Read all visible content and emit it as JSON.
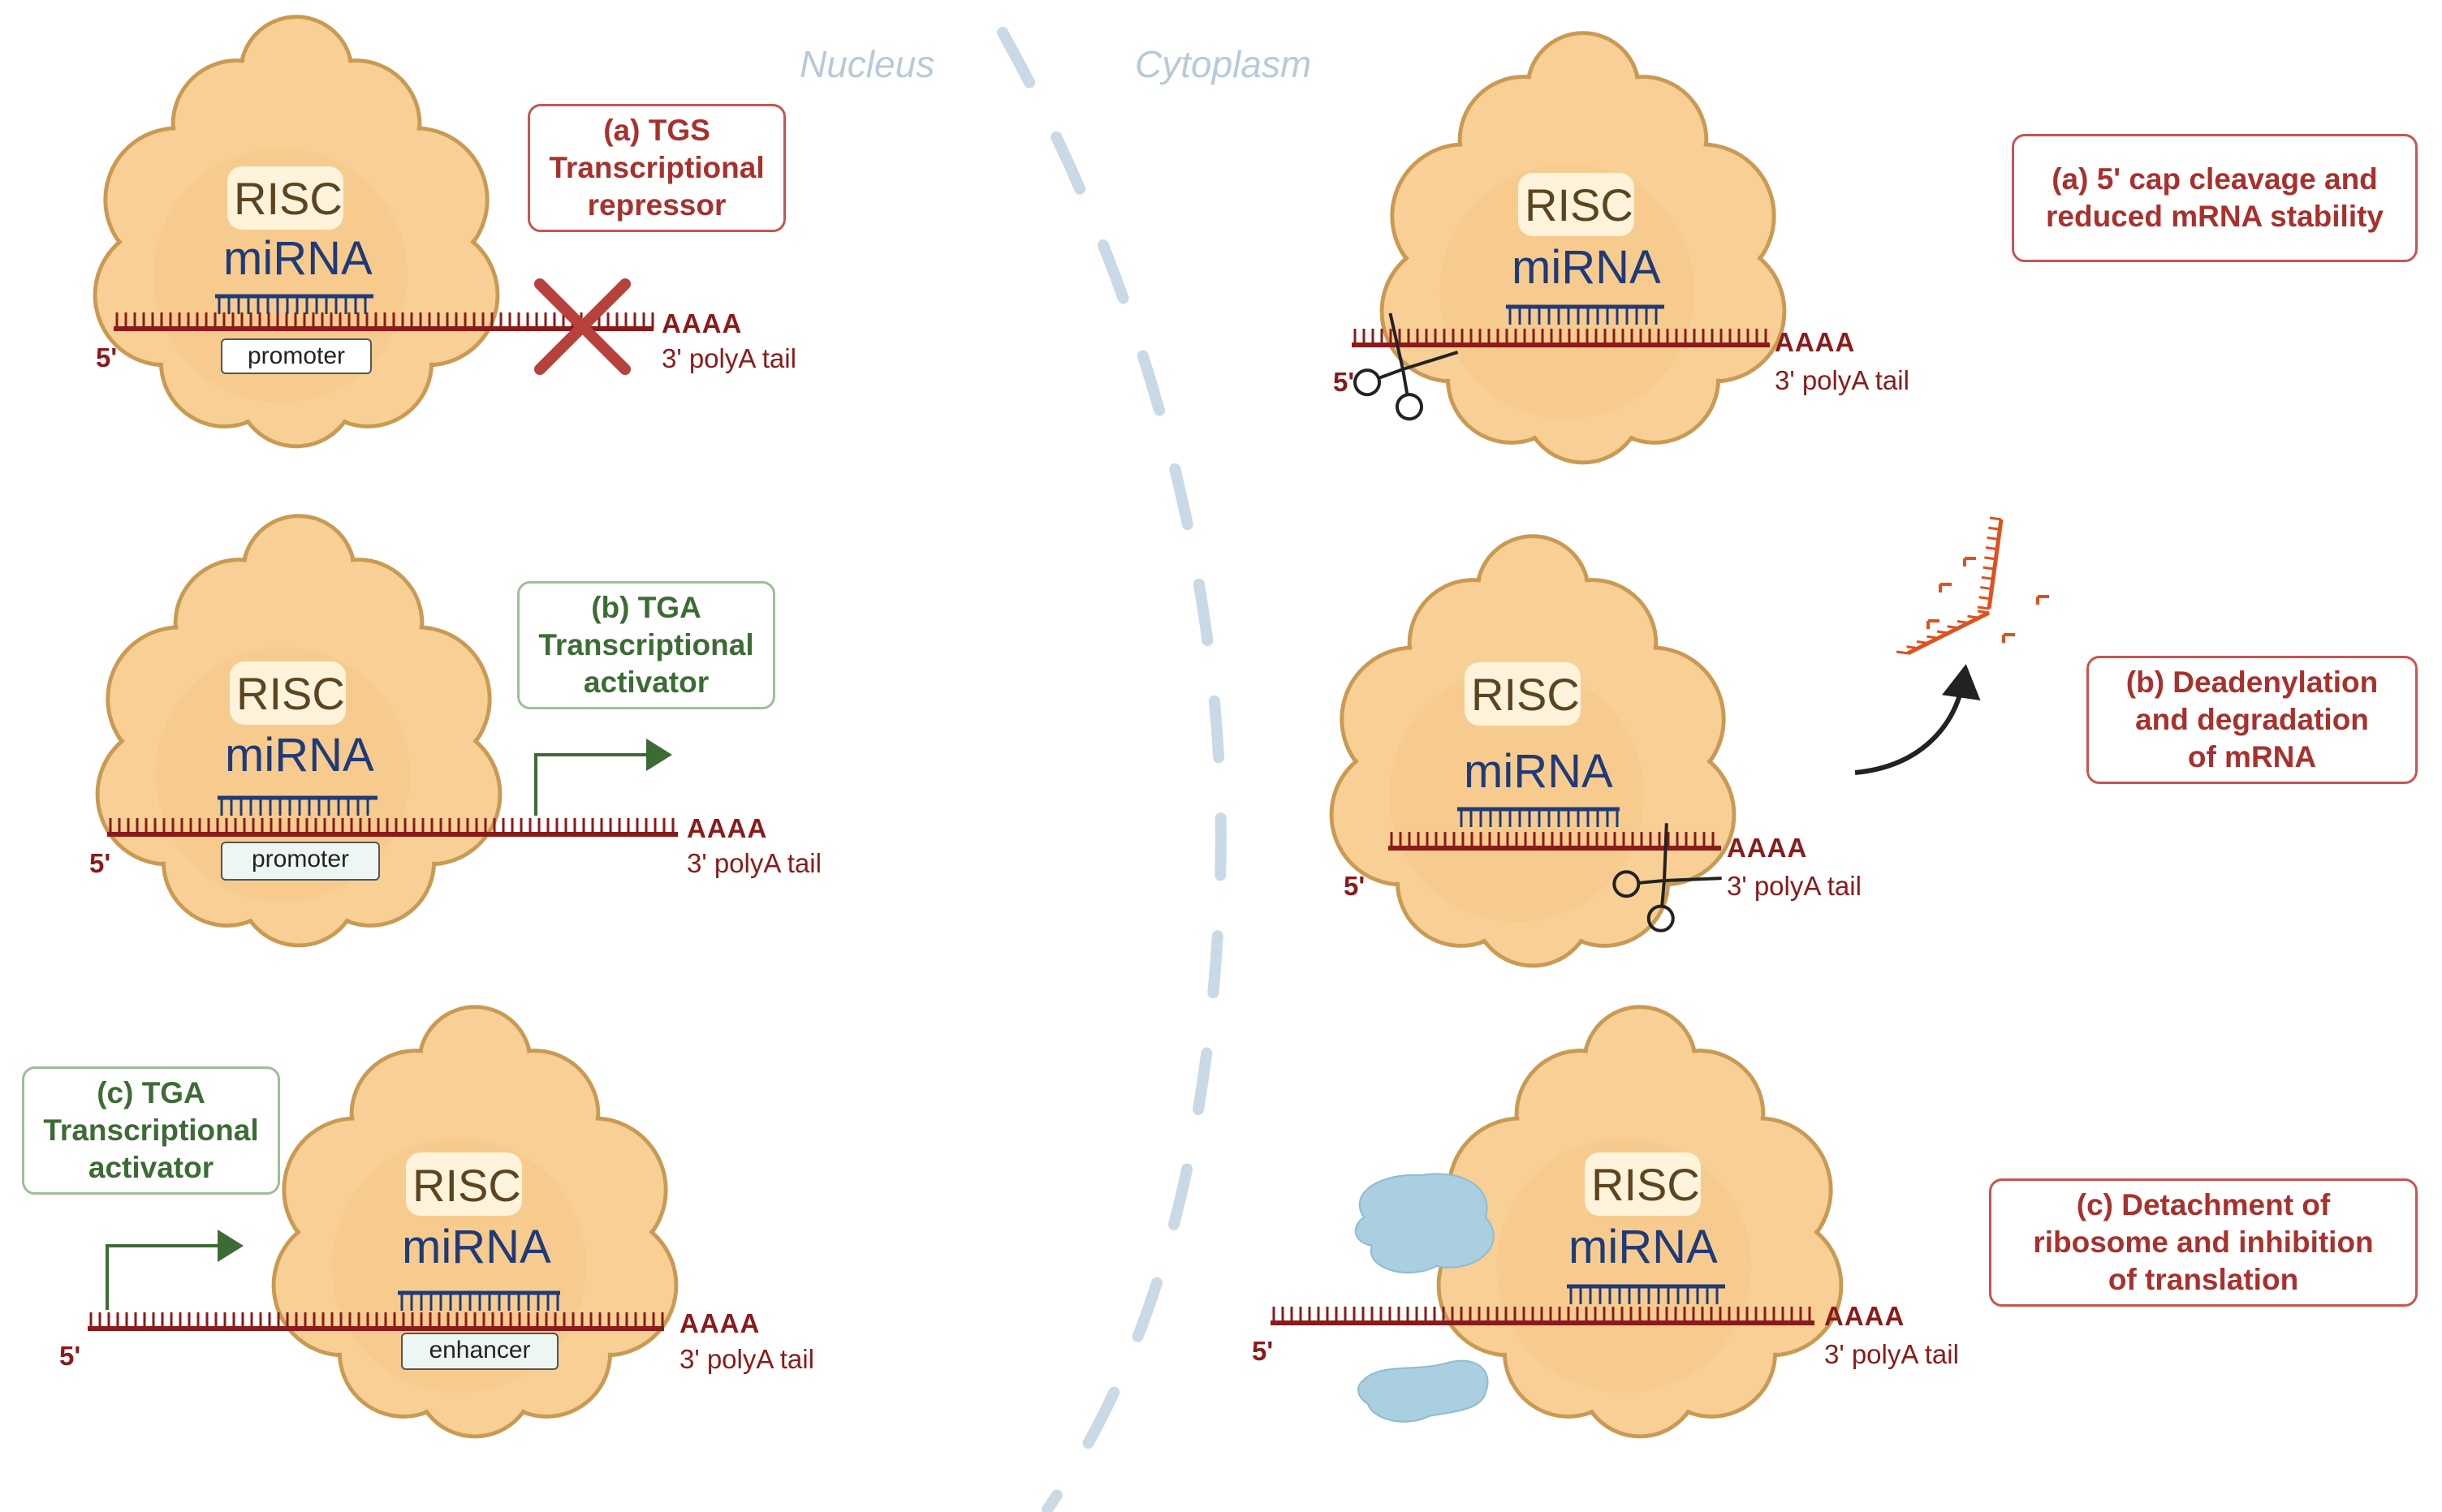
{
  "regions": {
    "nucleus": "Nucleus",
    "cytoplasm": "Cytoplasm"
  },
  "common": {
    "risc": "RISC",
    "mirna": "miRNA",
    "aaaa": "AAAA",
    "polya": "3' polyA tail",
    "five_prime": "5'"
  },
  "nucleus_panels": [
    {
      "title_lines": [
        "(a) TGS",
        "Transcriptional",
        "repressor"
      ],
      "tag": "promoter"
    },
    {
      "title_lines": [
        "(b) TGA",
        "Transcriptional",
        "activator"
      ],
      "tag": "promoter"
    },
    {
      "title_lines": [
        "(c) TGA",
        "Transcriptional",
        "activator"
      ],
      "tag": "enhancer"
    }
  ],
  "cytoplasm_panels": [
    {
      "title_lines": [
        "(a) 5' cap cleavage and",
        "reduced mRNA stability"
      ]
    },
    {
      "title_lines": [
        "(b) Deadenylation",
        "and degradation",
        "of mRNA"
      ]
    },
    {
      "title_lines": [
        "(c) Detachment of",
        "ribosome and inhibition",
        "of translation"
      ]
    }
  ],
  "colors": {
    "strand": "#8b1a1a",
    "mirna_strand": "#1f3a78",
    "risc_fill": "#f8cf95",
    "risc_stroke": "#c99a52",
    "red_box": "#c9544f",
    "green_box": "#9cbf95",
    "cross": "#b8413c",
    "arrow_green": "#3d6b35",
    "fragments": "#e0501d",
    "ribosome": "#a9cfe0",
    "divider": "#c9d9e6"
  }
}
